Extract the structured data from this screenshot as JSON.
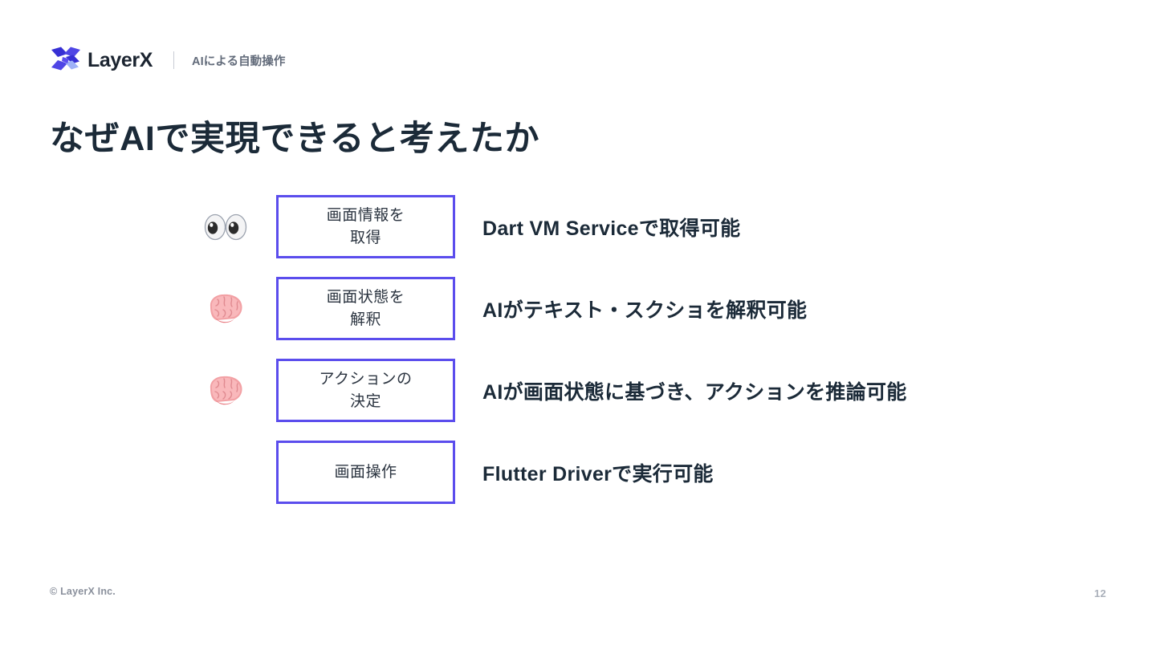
{
  "header": {
    "logo_word": "LayerX",
    "logo_icon": "layerx-logo-icon",
    "divider": "header-divider",
    "subtitle": "AIによる自動操作"
  },
  "title": "なぜAIで実現できると考えたか",
  "rows": [
    {
      "icon": "eyes-emoji-icon",
      "box_lines": [
        "画面情報を",
        "取得"
      ],
      "description": "Dart VM Serviceで取得可能"
    },
    {
      "icon": "brain-emoji-icon",
      "box_lines": [
        "画面状態を",
        "解釈"
      ],
      "description": "AIがテキスト・スクショを解釈可能"
    },
    {
      "icon": "brain-emoji-icon",
      "box_lines": [
        "アクションの",
        "決定"
      ],
      "description": "AIが画面状態に基づき、アクションを推論可能"
    },
    {
      "icon": "none",
      "box_lines": [
        "画面操作"
      ],
      "description": "Flutter Driverで実行可能"
    }
  ],
  "footer": {
    "copyright": "© LayerX Inc.",
    "page_number": "12"
  },
  "colors": {
    "box_border": "#5b4ded",
    "title_text": "#1b2a38",
    "subtitle_text": "#626b7a",
    "background": "#ffffff",
    "logo_blue_dark": "#3730d4",
    "logo_blue_mid": "#4f46e5",
    "logo_blue_light": "#a5b4fc"
  }
}
